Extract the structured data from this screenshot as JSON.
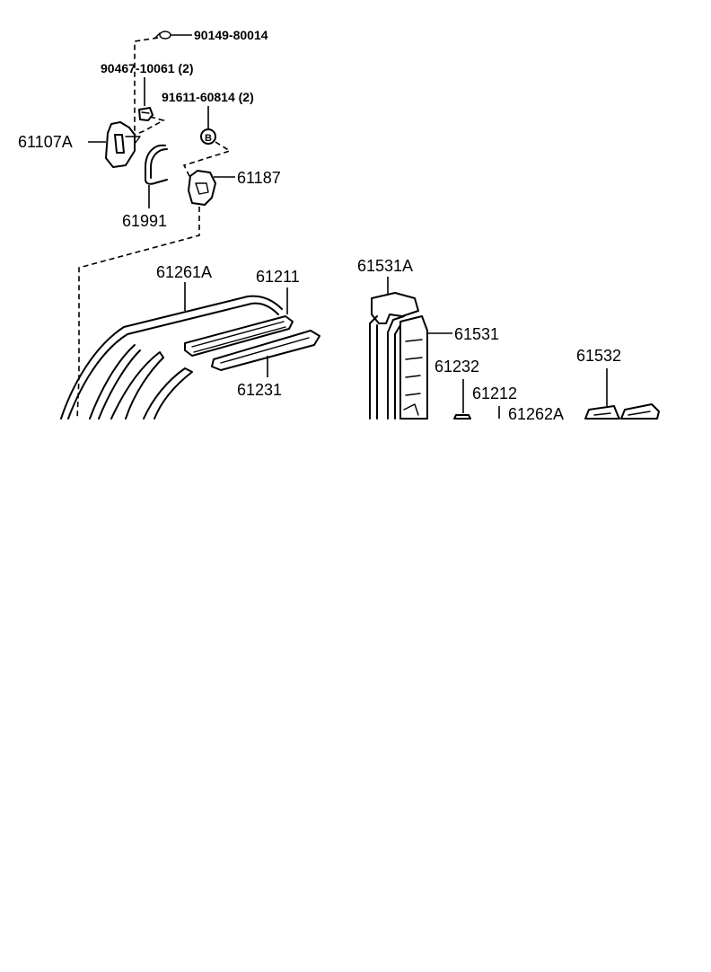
{
  "labels": {
    "p90149": "90149-80014",
    "p90467": "90467-10061 (2)",
    "p91611": "91611-60814 (2)",
    "p61107A": "61107A",
    "pB": "B",
    "p61187": "61187",
    "p61991": "61991",
    "p61261A": "61261A",
    "p61211": "61211",
    "p61231": "61231",
    "p61531A": "61531A",
    "p61531": "61531",
    "p61232": "61232",
    "p61212": "61212",
    "p61262A": "61262A",
    "p61532": "61532"
  }
}
